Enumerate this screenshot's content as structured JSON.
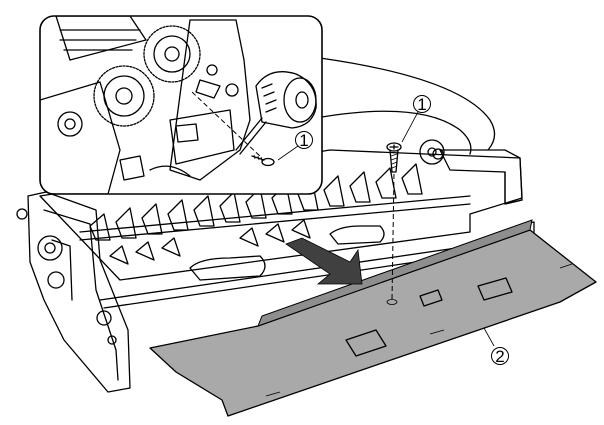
{
  "callouts": [
    {
      "number": "1",
      "glyph": "①",
      "target": "screw",
      "context": "detail-inset"
    },
    {
      "number": "1",
      "glyph": "①",
      "target": "screw",
      "context": "main-view"
    },
    {
      "number": "2",
      "glyph": "②",
      "target": "cover-plate",
      "context": "main-view"
    }
  ],
  "colors": {
    "line": "#000000",
    "plate_fill": "#a9a9a9",
    "inset_background": "#ffffff",
    "arrow_fill": "#404040"
  }
}
